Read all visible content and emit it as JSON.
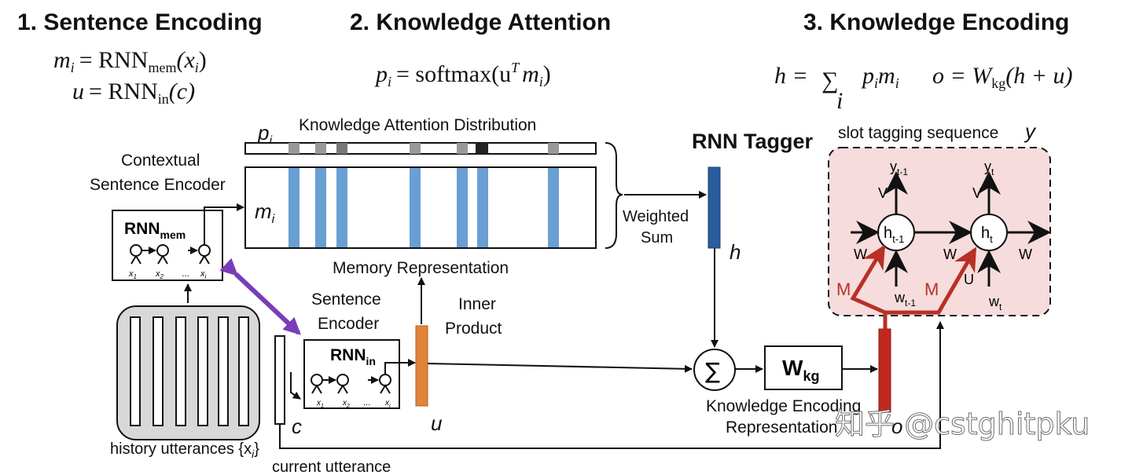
{
  "headings": {
    "sentence_encoding": "1. Sentence Encoding",
    "knowledge_attention": "2. Knowledge Attention",
    "knowledge_encoding": "3. Knowledge Encoding"
  },
  "equations": {
    "mem_lhs": "m",
    "mem_rhs": "= RNN",
    "mem_sub": "mem",
    "mem_arg": "(x",
    "in_lhs": "u",
    "in_rhs": "= RNN",
    "in_sub": "in",
    "in_arg": "(c)",
    "attn": "= softmax(u",
    "attn_sup": "T",
    "attn_arg": "m",
    "sum_lhs": "h =",
    "sum_sym": "∑",
    "sum_idx": "i",
    "sum_term": "p",
    "sum_term2": "m",
    "o_eq": "o = W",
    "o_sub": "kg",
    "o_arg": "(h + u)",
    "var_i": "i",
    "var_p": "p"
  },
  "labels": {
    "attention_distribution": "Knowledge Attention Distribution",
    "contextual_encoder_1": "Contextual",
    "contextual_encoder_2": "Sentence Encoder",
    "rnn": "RNN",
    "rnn_mem_sub": "mem",
    "rnn_in_sub": "in",
    "memory_representation": "Memory Representation",
    "sentence_encoder_1": "Sentence",
    "sentence_encoder_2": "Encoder",
    "inner_product_1": "Inner",
    "inner_product_2": "Product",
    "weighted_sum_1": "Weighted",
    "weighted_sum_2": "Sum",
    "rnn_tagger": "RNN Tagger",
    "slot_tagging": "slot tagging sequence",
    "slot_y": "y",
    "history_utterances": "history utterances {x",
    "history_sub": "i",
    "history_close": "}",
    "current_utterance": "current utterance",
    "knowledge_encoding_1": "Knowledge Encoding",
    "knowledge_encoding_2": "Representation",
    "w_kg": "W",
    "w_kg_sub": "kg",
    "var_c": "c",
    "var_u": "u",
    "var_h": "h",
    "var_o": "o",
    "var_p": "p",
    "var_m": "m",
    "sub_i": "i",
    "sigma": "∑",
    "x1": "x",
    "x2": "x",
    "xi": "x",
    "dots": "..."
  },
  "tagger": {
    "h_prev": "h",
    "h_prev_sub": "t-1",
    "h_t": "h",
    "h_t_sub": "t",
    "y_prev": "y",
    "y_prev_sub": "t-1",
    "y_t": "y",
    "y_t_sub": "t",
    "w_prev": "w",
    "w_prev_sub": "t-1",
    "w_t": "w",
    "w_t_sub": "t",
    "W": "W",
    "V": "V",
    "U": "U",
    "M": "M"
  },
  "watermark": "知乎 @cstghitpku",
  "colors": {
    "memory_slot": "#6a9fd4",
    "rnn_tagger_bar": "#2a5c9e",
    "u_bar": "#e0843a",
    "o_bar": "#c0281e",
    "attention_light": "#999999",
    "attention_dark": "#222222",
    "tagger_bg": "#f6dcdc",
    "history_bg": "#d8d8d8",
    "purple_arrow": "#7a3db8",
    "m_arrow": "#b83026"
  }
}
